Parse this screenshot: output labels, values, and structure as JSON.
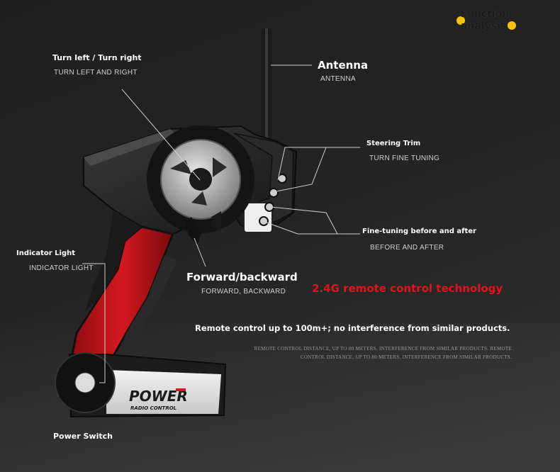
{
  "header": {
    "title": "Function analysis"
  },
  "callouts": {
    "turn": {
      "title": "Turn left / Turn right",
      "sub": "TURN LEFT AND RIGHT"
    },
    "antenna": {
      "title": "Antenna",
      "sub": "ANTENNA"
    },
    "steering_trim": {
      "title": "Steering Trim",
      "sub": "TURN FINE TUNING"
    },
    "fine_tuning": {
      "title": "Fine-tuning before and after",
      "sub": "BEFORE AND AFTER"
    },
    "indicator": {
      "title": "Indicator Light",
      "sub": "INDICATOR LIGHT"
    },
    "forward": {
      "title": "Forward/backward",
      "sub": "FORWARD, BACKWARD"
    },
    "power_switch": {
      "title": "Power Switch"
    }
  },
  "tech": "2.4G remote control technology",
  "range": {
    "headline": "Remote control up to 100m+; no interference from similar products.",
    "sub": "REMOTE CONTROL DISTANCE, UP TO 80 METERS, INTERFERENCE FROM SIMILAR PRODUCTS. REMOTE CONTROL DISTANCE, UP TO 80 METERS, INTERFERENCE FROM SIMILAR PRODUCTS."
  },
  "product": {
    "brand": "POWER",
    "model": "RADIO CONTROL"
  },
  "colors": {
    "accent_red": "#e0141a",
    "dot_yellow": "#f6c400",
    "grip_red": "#c4141b"
  }
}
